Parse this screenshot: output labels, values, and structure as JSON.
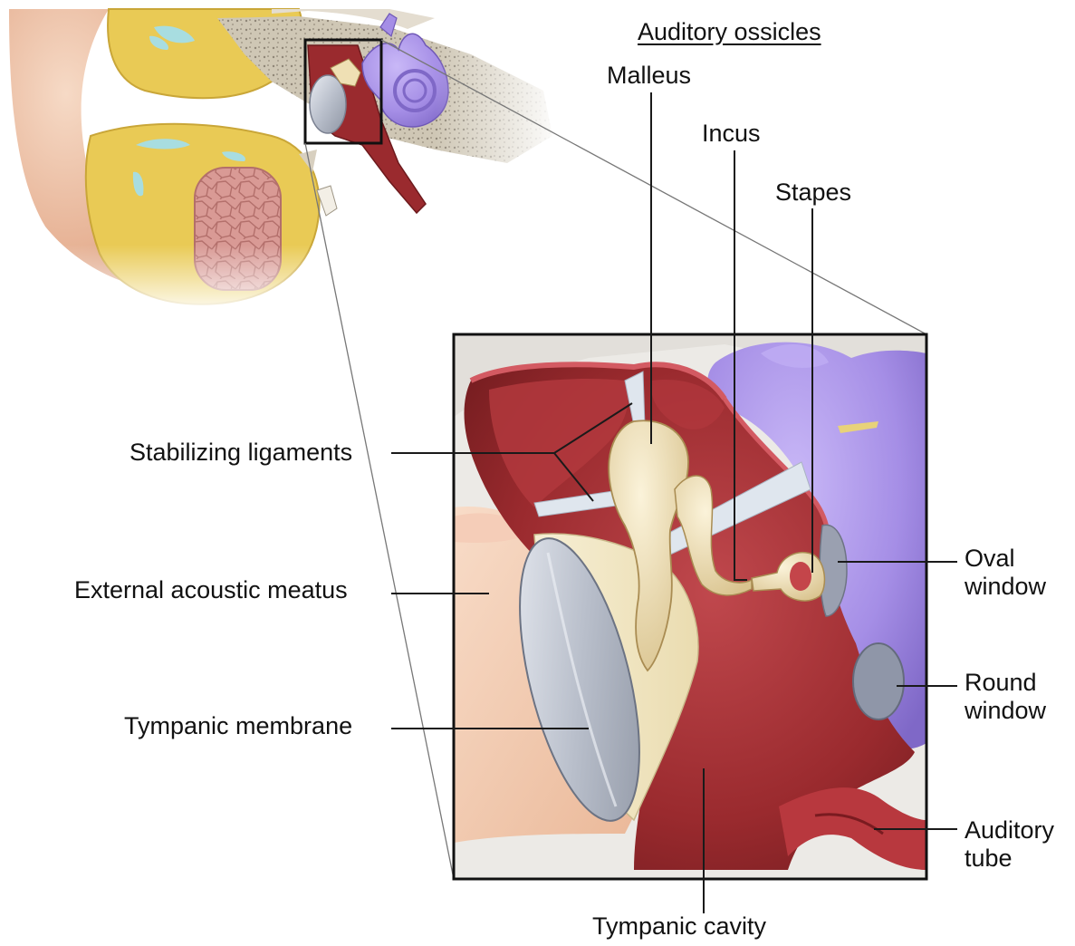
{
  "title": "Auditory ossicles",
  "labels": {
    "malleus": "Malleus",
    "incus": "Incus",
    "stapes": "Stapes",
    "stabilizing_ligaments": "Stabilizing ligaments",
    "external_acoustic_meatus": "External acoustic meatus",
    "tympanic_membrane": "Tympanic membrane",
    "tympanic_cavity": "Tympanic cavity",
    "oval_window_line1": "Oval",
    "oval_window_line2": "window",
    "round_window_line1": "Round",
    "round_window_line2": "window",
    "auditory_tube_line1": "Auditory",
    "auditory_tube_line2": "tube"
  },
  "colors": {
    "skin": "#e8b89a",
    "bone_yellow": "#e8c94a",
    "cartilage_blue": "#a8dde0",
    "cavity_red": "#9a2a2e",
    "cavity_light": "#c4454a",
    "inner_ear_purple": "#a58ee6",
    "ossicle_cream": "#efe0b4",
    "membrane_gray": "#c8cdd6",
    "leader_line": "#1a1a1a"
  }
}
